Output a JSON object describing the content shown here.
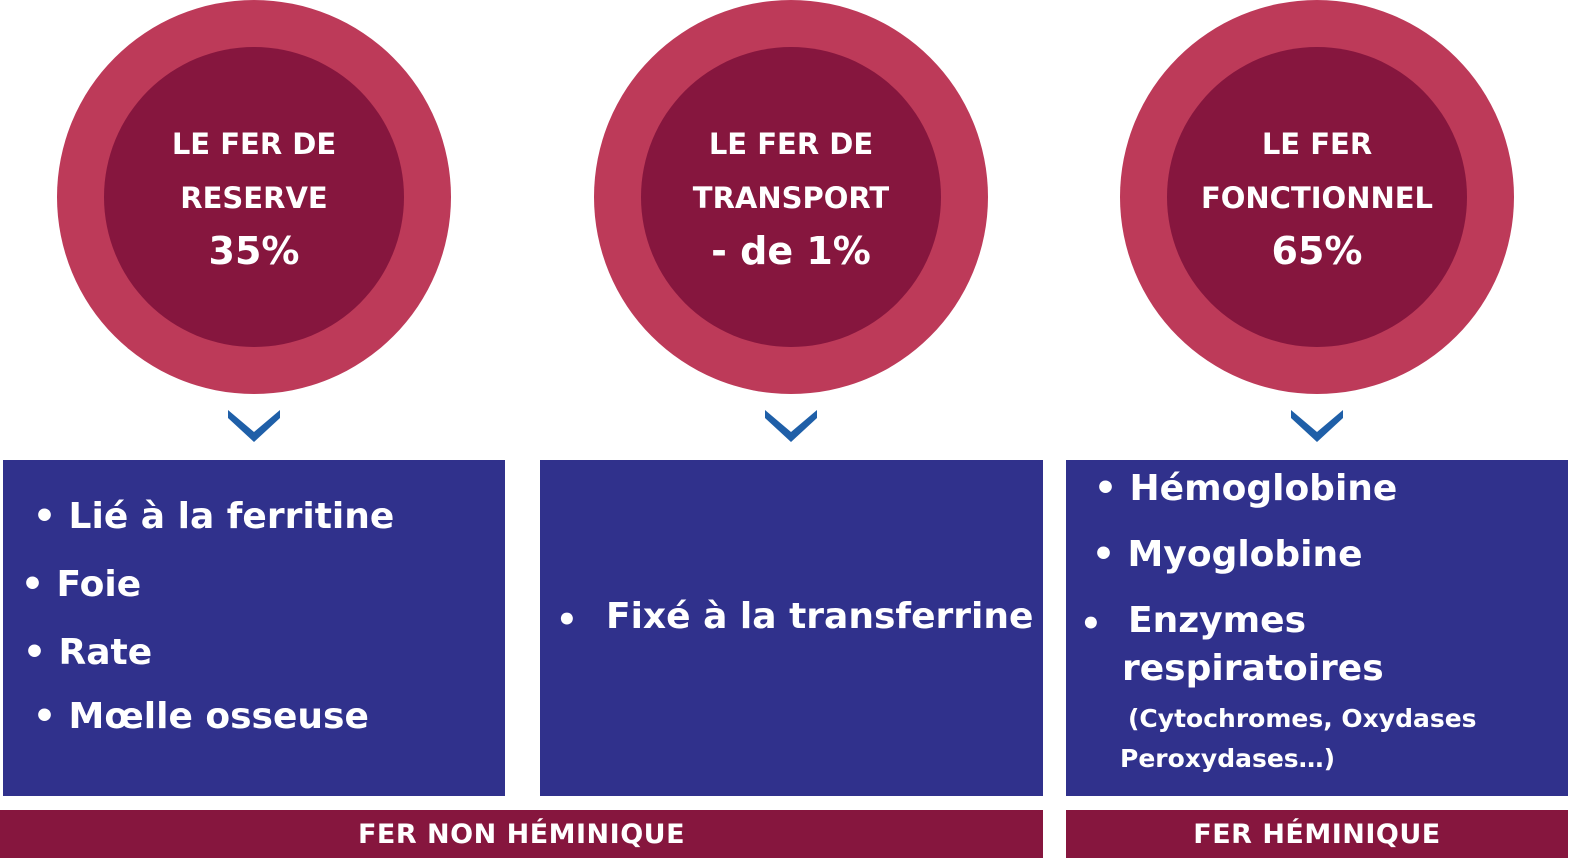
{
  "circles": [
    {
      "line1": "LE FER DE",
      "line2": "RESERVE",
      "value": "35%"
    },
    {
      "line1": "LE FER DE",
      "line2": "TRANSPORT",
      "value": "- de 1%"
    },
    {
      "line1": "LE FER",
      "line2": "FONCTIONNEL",
      "value": "65%"
    }
  ],
  "boxes": {
    "reserve": {
      "items": [
        "• Lié à la ferritine",
        "• Foie",
        "• Rate",
        "• Mœlle osseuse"
      ]
    },
    "transport": {
      "bullet": "•",
      "item": "Fixé à la transferrine"
    },
    "fonctionnel": {
      "items": [
        "• Hémoglobine",
        "• Myoglobine"
      ],
      "bullet3": "•",
      "enzymes_line1": "Enzymes",
      "enzymes_line2": "respiratoires",
      "detail_line1": "(Cytochromes, Oxydases",
      "detail_line2": "Peroxydases…)"
    }
  },
  "bars": {
    "non_heminique": "FER NON HÉMINIQUE",
    "heminique": "FER HÉMINIQUE"
  },
  "colors": {
    "ring": "#bd3a59",
    "inner": "#86163e",
    "box": "#30318c",
    "chevron": "#1f5fa8"
  }
}
